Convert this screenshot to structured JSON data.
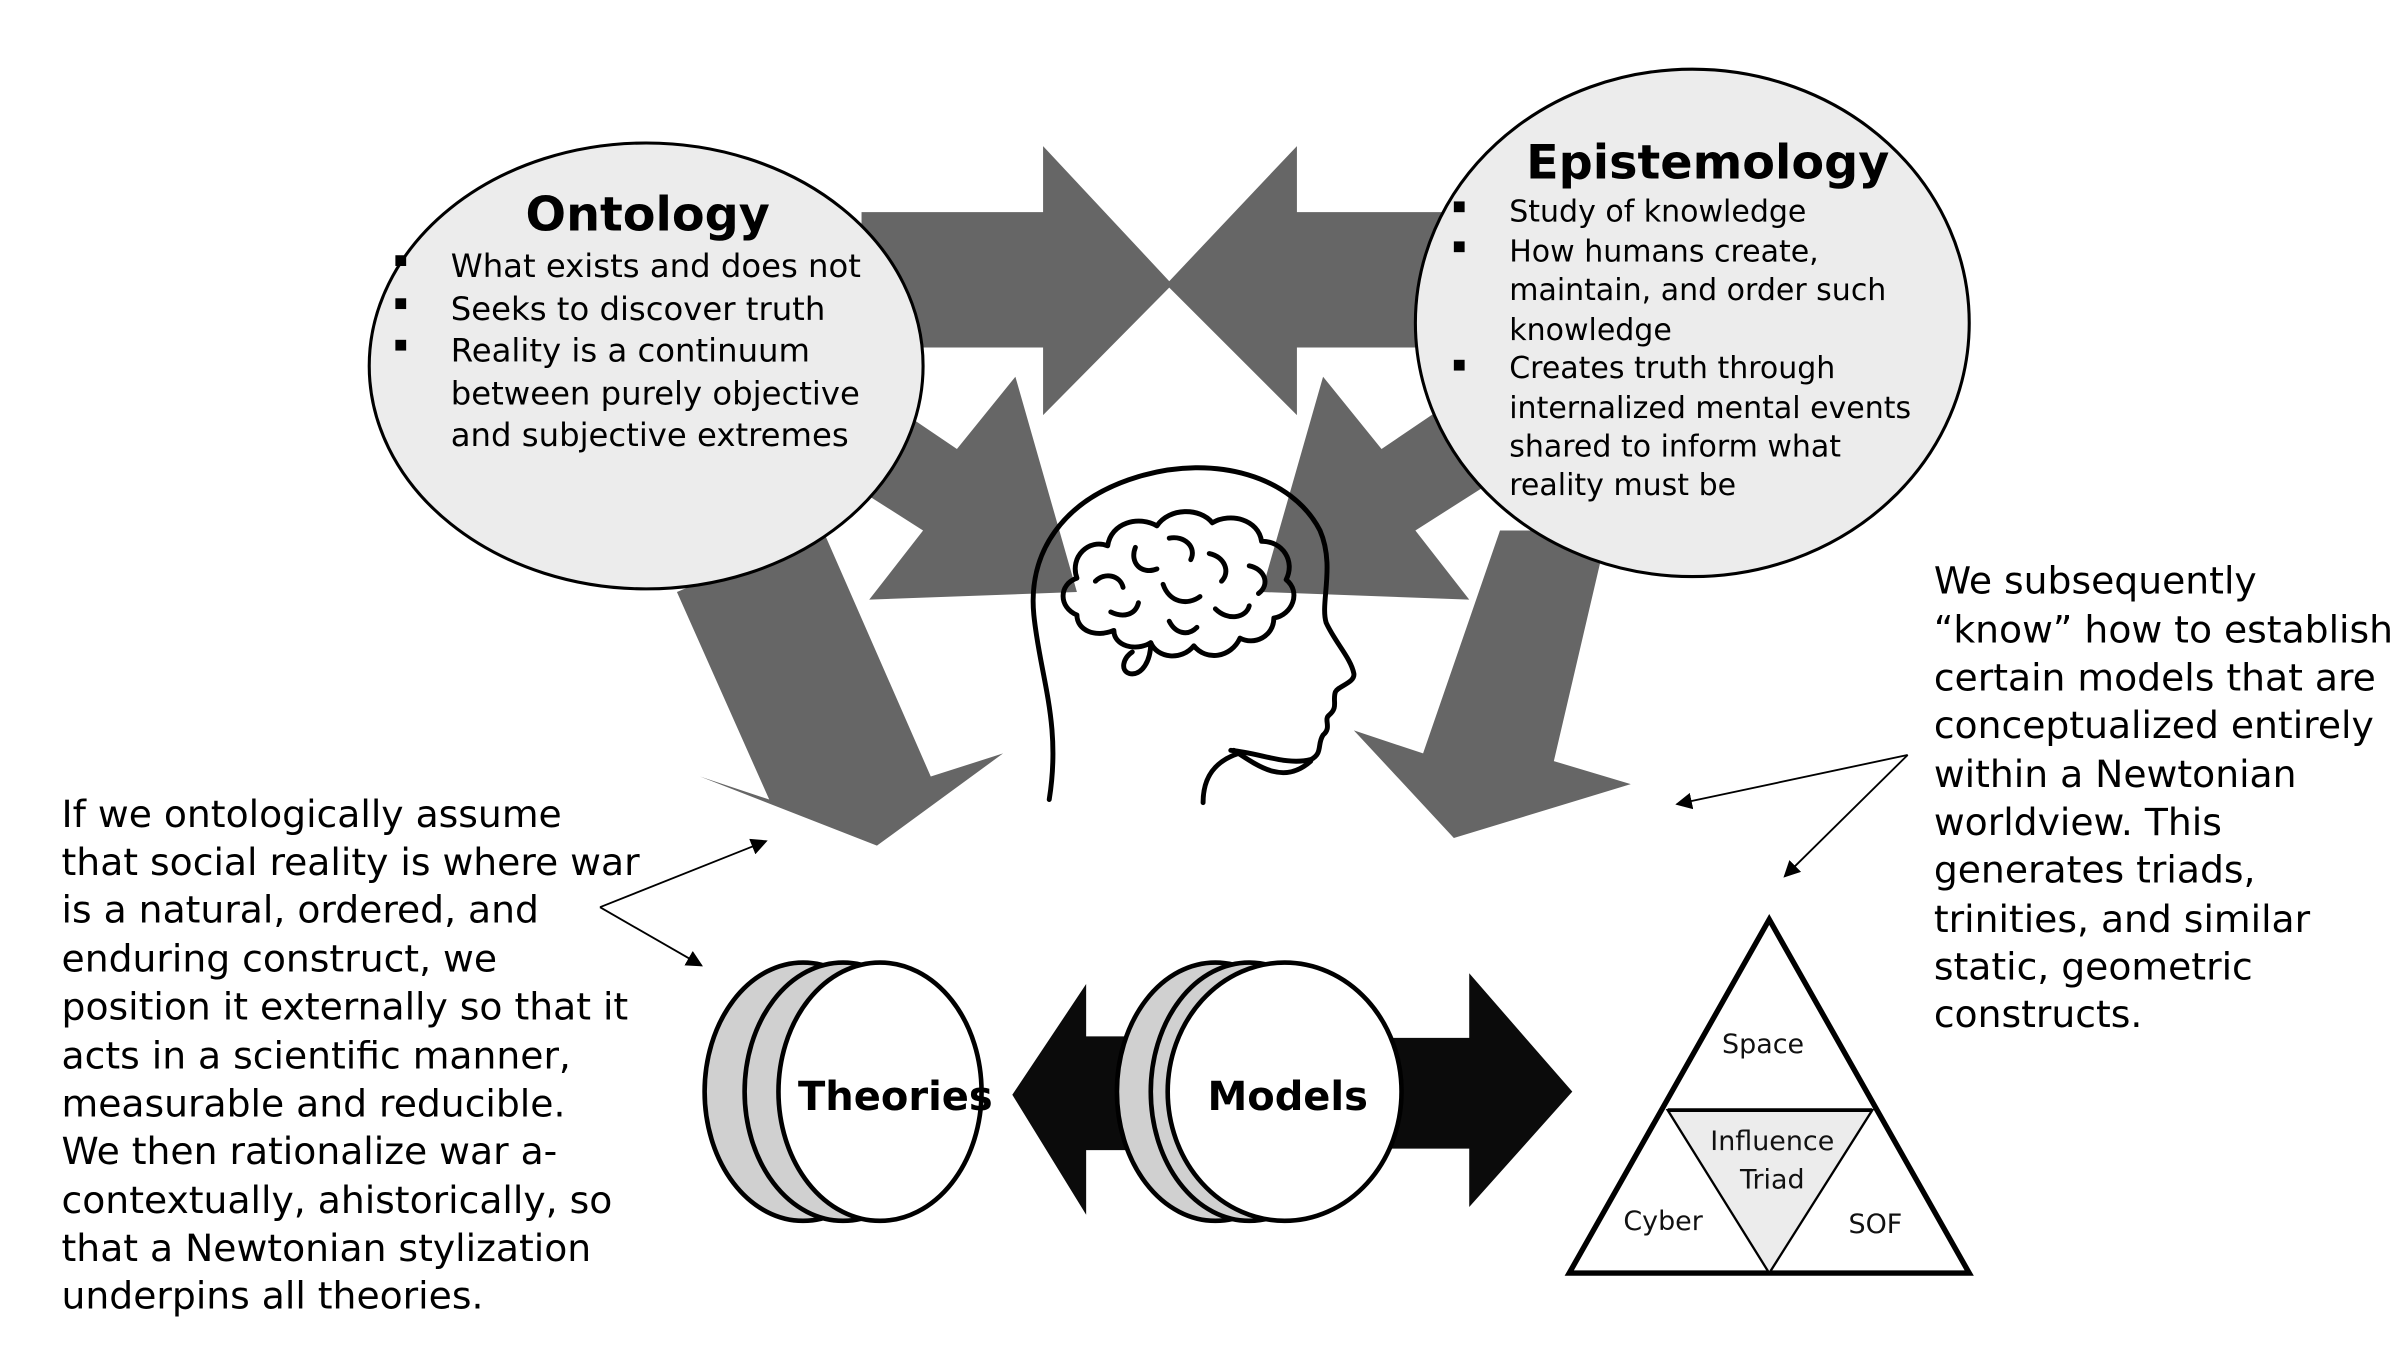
{
  "ontology": {
    "title": "Ontology",
    "bullets": [
      "What exists and does not",
      "Seeks to discover truth",
      "Reality is a continuum",
      "between purely objective",
      "and subjective extremes"
    ]
  },
  "epistemology": {
    "title": "Epistemology",
    "bullets": [
      "Study of knowledge",
      "How humans create,",
      "maintain, and order such",
      "knowledge",
      "Creates truth through",
      "internalized mental events",
      "shared to inform what",
      "reality must be"
    ]
  },
  "center_icon": "head-brain-icon",
  "disks": {
    "theories": "Theories",
    "models": "Models"
  },
  "triad": {
    "top": "Space",
    "center_line1": "Influence",
    "center_line2": "Triad",
    "left": "Cyber",
    "right": "SOF"
  },
  "left_text": [
    "If we ontologically assume",
    "that social reality is where war",
    "is a natural, ordered, and",
    "enduring construct, we",
    "position it externally so that it",
    "acts in a scientific manner,",
    "measurable and reducible.",
    "We then rationalize war a-",
    "contextually, ahistorically, so",
    "that a Newtonian stylization",
    "underpins all theories."
  ],
  "right_text": [
    "We subsequently",
    "“know” how to establish",
    "certain models that are",
    "conceptualized entirely",
    "within a Newtonian",
    "worldview. This",
    "generates triads,",
    "trinities, and similar",
    "static, geometric",
    "constructs."
  ],
  "colors": {
    "arrow_grey": "#666666",
    "circle_fill": "#ececec",
    "disk_rim": "#d0d0d0",
    "triad_center": "#ececec",
    "black_arrow": "#0b0b0b"
  }
}
